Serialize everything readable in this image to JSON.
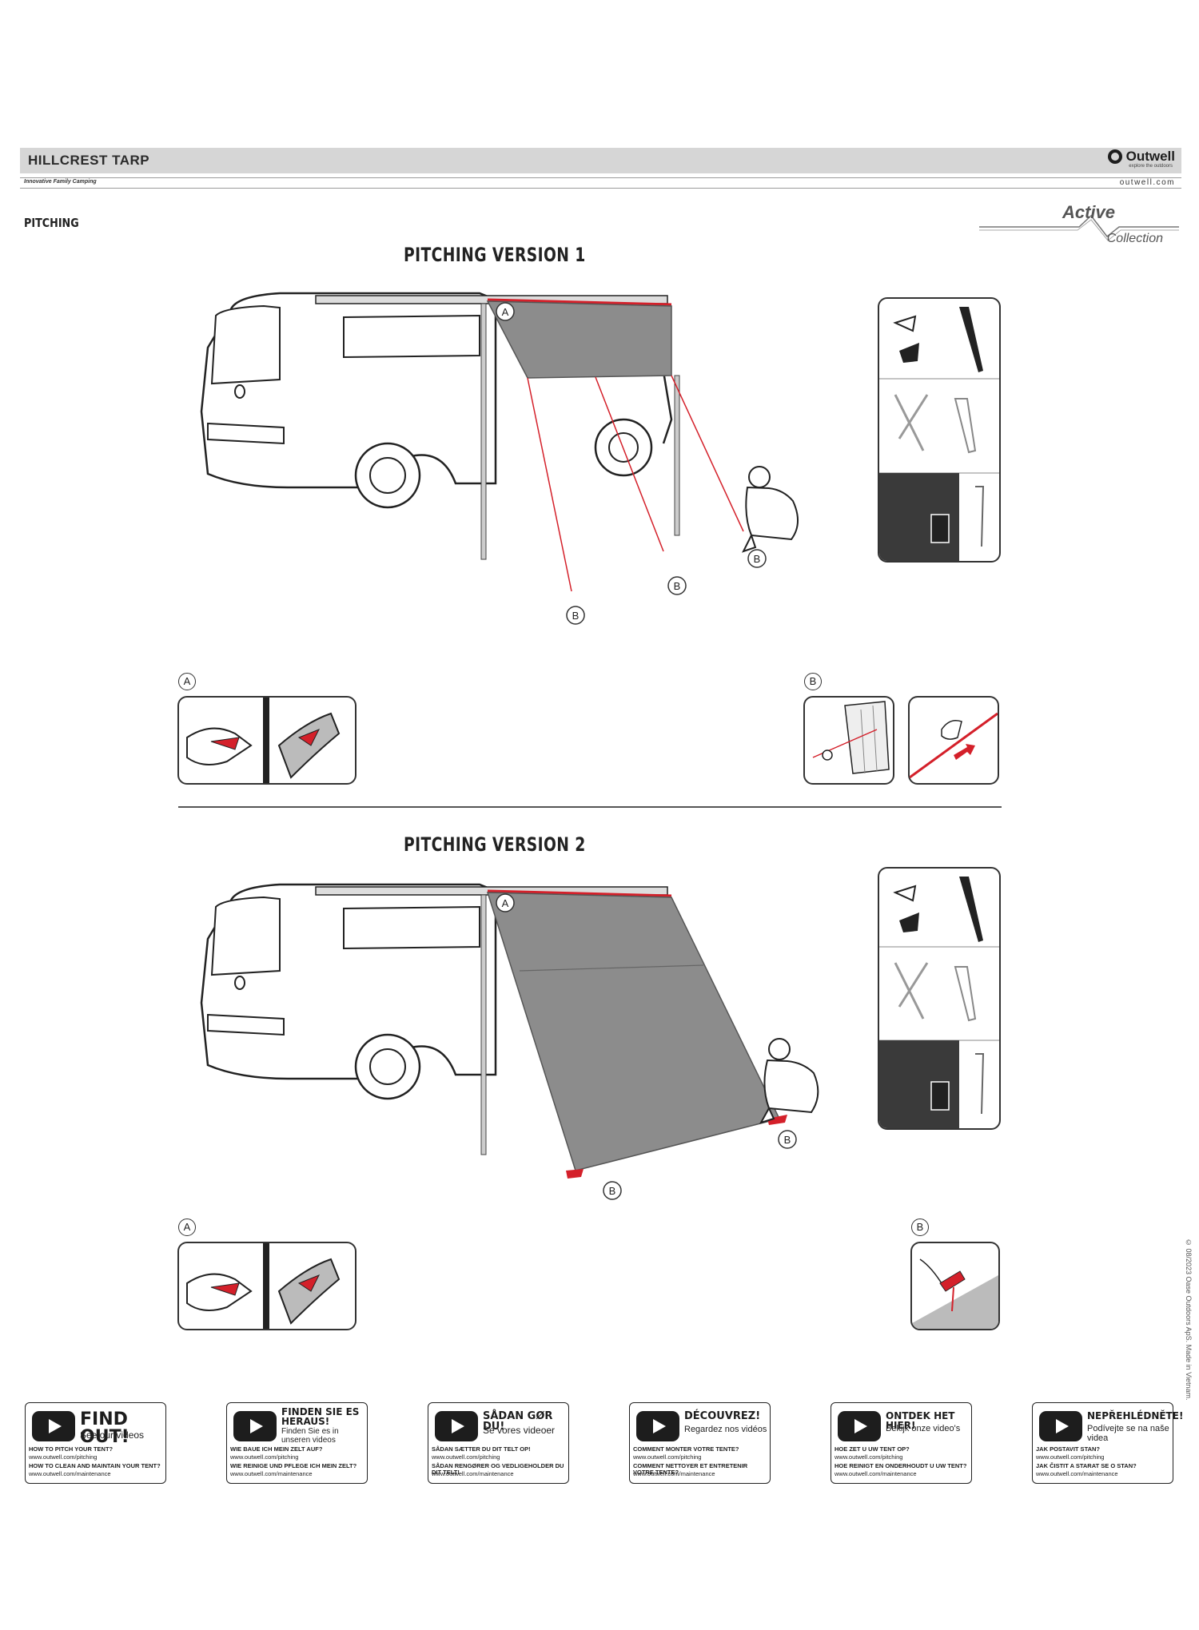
{
  "header": {
    "product_title": "HILLCREST TARP",
    "brand": "Outwell",
    "brand_tagline": "explore the outdoors",
    "tagline": "Innovative Family Camping",
    "website": "outwell.com"
  },
  "section_label": "PITCHING",
  "collection": {
    "word1": "Active",
    "word2": "Collection"
  },
  "versions": [
    {
      "title": "PITCHING VERSION 1"
    },
    {
      "title": "PITCHING VERSION 2"
    }
  ],
  "callouts": {
    "a": "A",
    "b": "B"
  },
  "copyright": "© 08/2023 Oase Outdoors ApS. Made in Vietnam.",
  "colors": {
    "accent_red": "#d4202a",
    "tarp_grey": "#8c8c8c",
    "dark_panel": "#3a3a3a"
  },
  "video_cards": [
    {
      "heading": "FIND OUT!",
      "subheading": "See our videos",
      "pitch_q": "HOW TO PITCH YOUR TENT?",
      "pitch_url": "www.outwell.com/pitching",
      "care_q": "HOW TO CLEAN AND MAINTAIN YOUR TENT?",
      "care_url": "www.outwell.com/maintenance"
    },
    {
      "heading": "FINDEN SIE ES HERAUS!",
      "subheading": "Finden Sie es in unseren videos",
      "pitch_q": "WIE BAUE ICH MEIN ZELT AUF?",
      "pitch_url": "www.outwell.com/pitching",
      "care_q": "WIE REINIGE UND PFLEGE ICH MEIN ZELT?",
      "care_url": "www.outwell.com/maintenance"
    },
    {
      "heading": "SÅDAN GØR DU!",
      "subheading": "Se vores videoer",
      "pitch_q": "SÅDAN SÆTTER DU DIT TELT OP!",
      "pitch_url": "www.outwell.com/pitching",
      "care_q": "SÅDAN RENGØRER OG VEDLIGEHOLDER DU DIT TELT!",
      "care_url": "www.outwell.com/maintenance"
    },
    {
      "heading": "DÉCOUVREZ!",
      "subheading": "Regardez nos vidéos",
      "pitch_q": "COMMENT MONTER VOTRE TENTE?",
      "pitch_url": "www.outwell.com/pitching",
      "care_q": "COMMENT NETTOYER ET ENTRETENIR VOTRE TENTE?",
      "care_url": "www.outwell.com/maintenance"
    },
    {
      "heading": "ONTDEK HET HIER!",
      "subheading": "Bekijk onze video's",
      "pitch_q": "HOE ZET U UW TENT OP?",
      "pitch_url": "www.outwell.com/pitching",
      "care_q": "HOE REINIGT EN ONDERHOUDT U UW TENT?",
      "care_url": "www.outwell.com/maintenance"
    },
    {
      "heading": "NEPŘEHLÉDNĚTE!",
      "subheading": "Podívejte se na naše videa",
      "pitch_q": "JAK POSTAVIT STAN?",
      "pitch_url": "www.outwell.com/pitching",
      "care_q": "JAK ČISTIT A STARAT SE O STAN?",
      "care_url": "www.outwell.com/maintenance"
    }
  ]
}
